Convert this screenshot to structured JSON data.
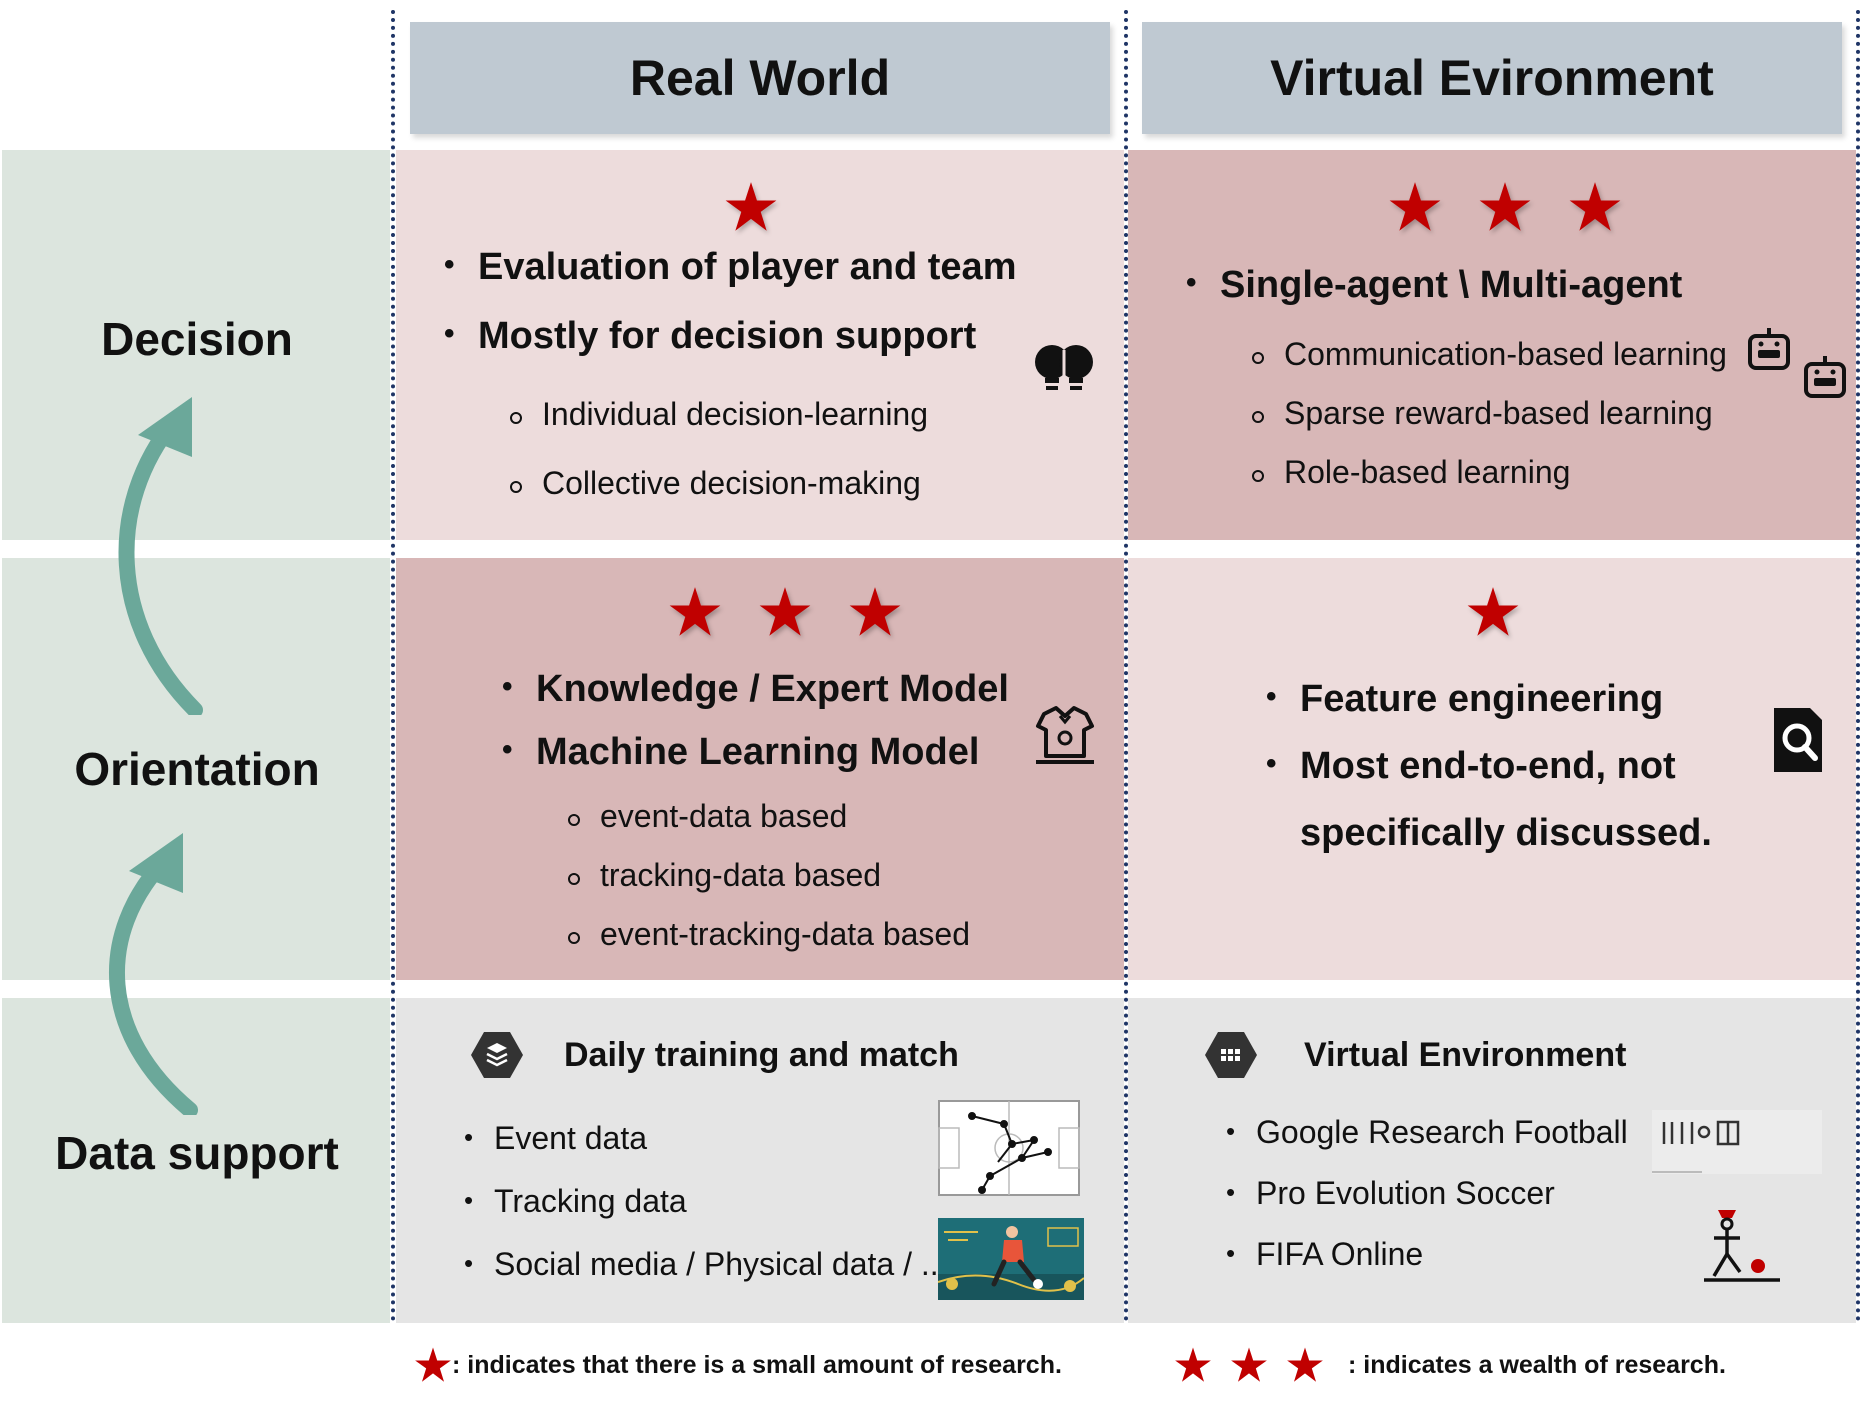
{
  "columns": {
    "real_world": "Real World",
    "virtual": "Virtual Evironment"
  },
  "rows": {
    "decision": "Decision",
    "orientation": "Orientation",
    "data_support": "Data support"
  },
  "decision_real": {
    "stars": 1,
    "items": [
      "Evaluation of player and team",
      "Mostly for decision support"
    ],
    "subitems": [
      "Individual decision-learning",
      "Collective decision-making"
    ],
    "icon": "lightbulb-pair-icon"
  },
  "decision_virtual": {
    "stars": 3,
    "items": [
      "Single-agent \\ Multi-agent"
    ],
    "subitems": [
      "Communication-based learning",
      "Sparse reward-based learning",
      "Role-based learning"
    ],
    "icon": "robot-icon"
  },
  "orientation_real": {
    "stars": 3,
    "items": [
      "Knowledge / Expert Model",
      "Machine Learning Model"
    ],
    "subitems": [
      "event-data based",
      "tracking-data based",
      "event-tracking-data based"
    ],
    "icon": "coach-whistle-icon"
  },
  "orientation_virtual": {
    "stars": 1,
    "items": [
      "Feature engineering",
      "Most end-to-end, not",
      "specifically discussed."
    ],
    "icon": "search-document-icon"
  },
  "data_real": {
    "title": "Daily training and match",
    "items": [
      "Event data",
      "Tracking data",
      "Social media / Physical data / ..."
    ],
    "icon": "layers-hex-icon"
  },
  "data_virtual": {
    "title": "Virtual Environment",
    "items": [
      "Google Research Football",
      "Pro Evolution Soccer",
      "FIFA Online"
    ],
    "icon": "grid-hex-icon"
  },
  "legend": {
    "one_star": ": indicates that there is a small amount of research.",
    "three_stars": ": indicates a wealth of research."
  },
  "colors": {
    "header": "#bfc9d2",
    "row_label": "#dce5de",
    "cell_light": "#eddcdc",
    "cell_dark": "#d8b7b7",
    "cell_grey": "#e5e5e5",
    "star": "#c00000",
    "arrow": "#6ba89a",
    "divider": "#1f3566"
  }
}
